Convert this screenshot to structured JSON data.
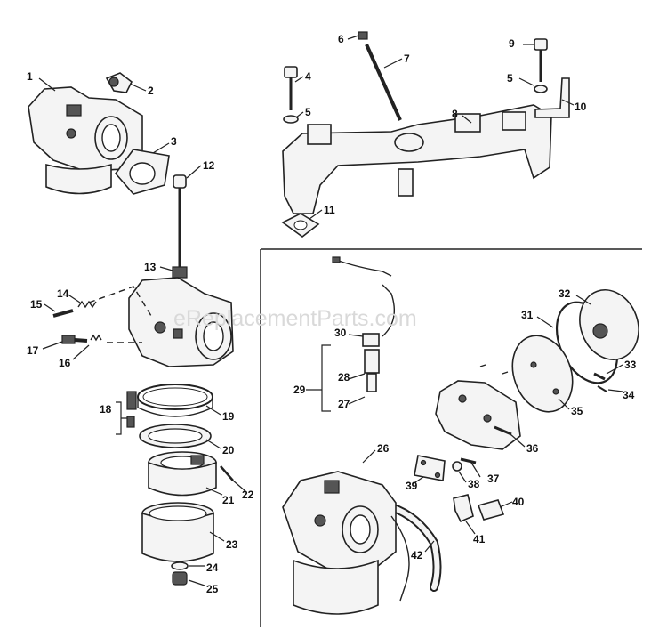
{
  "watermark": "eReplacementParts.com",
  "callouts": [
    "1",
    "2",
    "3",
    "4",
    "5",
    "5",
    "6",
    "7",
    "8",
    "9",
    "10",
    "11",
    "12",
    "13",
    "14",
    "15",
    "16",
    "17",
    "18",
    "19",
    "20",
    "21",
    "22",
    "23",
    "24",
    "25",
    "26",
    "27",
    "28",
    "29",
    "30",
    "31",
    "32",
    "33",
    "34",
    "35",
    "36",
    "37",
    "38",
    "39",
    "40",
    "41",
    "42"
  ]
}
